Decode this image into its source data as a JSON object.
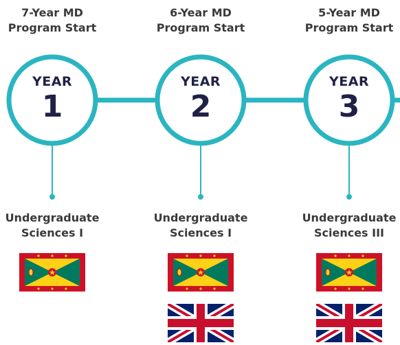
{
  "colors": {
    "accent": "#2ab5c1",
    "text_dark": "#1f2147",
    "text_label": "#3a3a3a",
    "grenada_red": "#ce1126",
    "grenada_yellow": "#fcd116",
    "grenada_green": "#007a5e",
    "uk_blue": "#012169",
    "uk_red": "#c8102e"
  },
  "columns": [
    {
      "title_line1": "7-Year MD",
      "title_line2": "Program Start",
      "year_word": "YEAR",
      "year_number": "1",
      "course_line1": "Undergraduate",
      "course_line2": "Sciences I",
      "flags": [
        "grenada-flag-icon"
      ]
    },
    {
      "title_line1": "6-Year MD",
      "title_line2": "Program Start",
      "year_word": "YEAR",
      "year_number": "2",
      "course_line1": "Undergraduate",
      "course_line2": "Sciences I",
      "flags": [
        "grenada-flag-icon",
        "uk-flag-icon"
      ]
    },
    {
      "title_line1": "5-Year MD",
      "title_line2": "Program Start",
      "year_word": "YEAR",
      "year_number": "3",
      "course_line1": "Undergraduate",
      "course_line2": "Sciences III",
      "flags": [
        "grenada-flag-icon",
        "uk-flag-icon"
      ]
    }
  ]
}
